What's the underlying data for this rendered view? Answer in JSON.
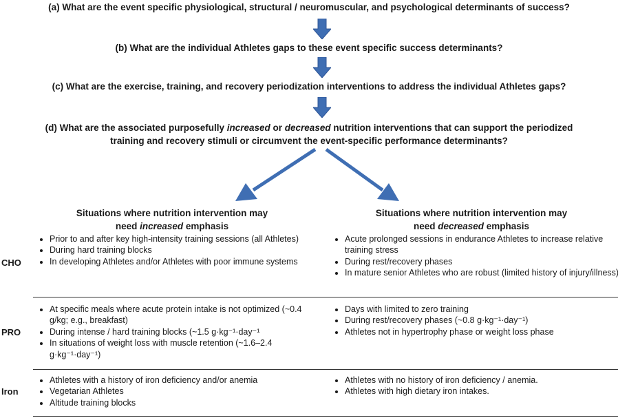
{
  "questions": {
    "a": "(a) What are the event specific physiological, structural / neuromuscular, and psychological determinants of success?",
    "b": "(b) What are the individual Athletes gaps to these event specific success determinants?",
    "c": "(c) What are the exercise, training, and recovery periodization interventions to address the individual Athletes gaps?",
    "d_pre": "(d) What are the associated purposefully ",
    "d_em1": "increased",
    "d_mid": " or ",
    "d_em2": "decreased",
    "d_post": " nutrition interventions that can support the periodized",
    "d_line2": "training and recovery stimuli or circumvent the event-specific performance determinants?"
  },
  "columns": {
    "left": {
      "line1": "Situations where nutrition intervention may",
      "pre": "need ",
      "em": "increased",
      "post": " emphasis"
    },
    "right": {
      "line1": "Situations where nutrition intervention may",
      "pre": "need ",
      "em": "decreased",
      "post": " emphasis"
    }
  },
  "rows": [
    {
      "label": "CHO",
      "increased": [
        "Prior to and after key high-intensity training sessions (all Athletes)",
        "During hard training blocks",
        "In developing Athletes and/or Athletes with poor immune systems"
      ],
      "decreased": [
        "Acute prolonged sessions in endurance Athletes to increase relative training stress",
        "During rest/recovery phases",
        "In mature senior Athletes who are robust (limited history of injury/illness)"
      ]
    },
    {
      "label": "PRO",
      "increased": [
        "At specific meals where acute protein intake is not optimized (~0.4 g/kg; e.g., breakfast)",
        "During intense / hard training blocks (~1.5 g·kg⁻¹·day⁻¹",
        "In situations of weight loss with muscle retention (~1.6–2.4 g·kg⁻¹·day⁻¹)"
      ],
      "decreased": [
        "Days with limited to zero training",
        "During rest/recovery phases (~0.8 g·kg⁻¹·day⁻¹)",
        "Athletes not in hypertrophy phase or weight loss phase"
      ]
    },
    {
      "label": "Iron",
      "increased": [
        "Athletes with a history of iron deficiency and/or anemia",
        "Vegetarian Athletes",
        "Altitude training blocks"
      ],
      "decreased": [
        "Athletes with no history of iron deficiency / anemia.",
        "Athletes with high dietary iron intakes."
      ]
    }
  ],
  "colors": {
    "arrow": "#3F6EB3",
    "arrow_stroke": "#2F5597",
    "rule": "#333333"
  }
}
